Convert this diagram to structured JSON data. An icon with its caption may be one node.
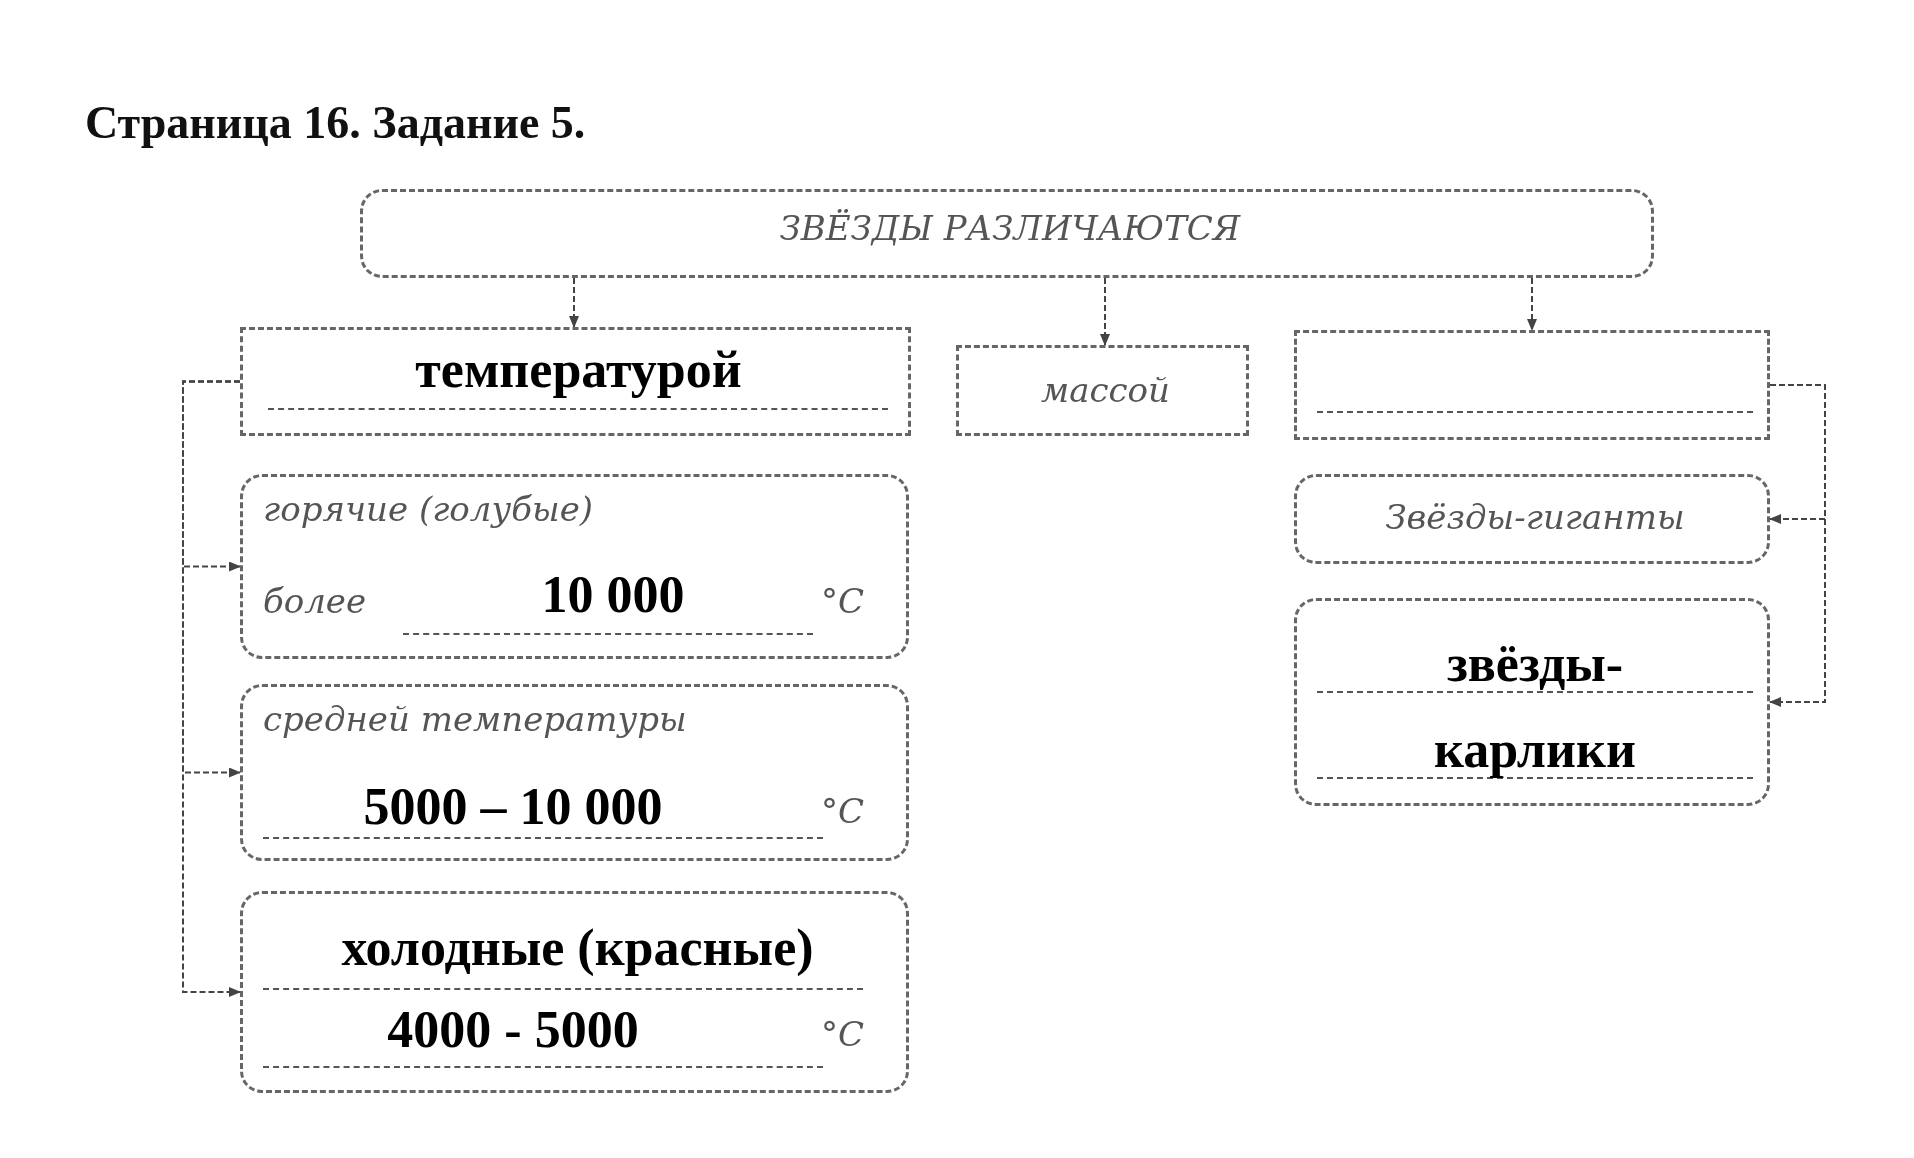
{
  "diagram": {
    "title": "Страница 16. Задание 5.",
    "nodes": [
      {
        "text": [
          "ЗВЁЗДЫ РАЗЛИЧАЮТСЯ"
        ]
      },
      {
        "text": [
          "температурой"
        ]
      },
      {
        "text": [
          "массой"
        ]
      },
      {
        "text": [],
        "shape": "box"
      },
      {
        "text": [
          "горячие (голубые)",
          "более",
          "10 000",
          "°С"
        ]
      },
      {
        "text": [
          "средней температуры",
          "5000 – 10 000",
          "°С"
        ]
      },
      {
        "text": [
          "холодные (красные)",
          "4000 - 5000",
          "°С"
        ]
      },
      {
        "text": [
          "Звёзды-гиганты"
        ]
      },
      {
        "text": [
          "звёзды- карлики"
        ]
      }
    ],
    "edges": [
      {
        "from": 0,
        "to": 1,
        "arrow": "to"
      },
      {
        "from": 0,
        "to": 2,
        "arrow": "to"
      },
      {
        "from": 0,
        "to": 3,
        "arrow": "to"
      },
      {
        "from": 1,
        "to": 4,
        "arrow": "to"
      },
      {
        "from": 1,
        "to": 5,
        "arrow": "to"
      },
      {
        "from": 1,
        "to": 6,
        "arrow": "to"
      },
      {
        "from": 3,
        "to": 7,
        "arrow": "to"
      },
      {
        "from": 3,
        "to": 8,
        "arrow": "to"
      }
    ]
  }
}
